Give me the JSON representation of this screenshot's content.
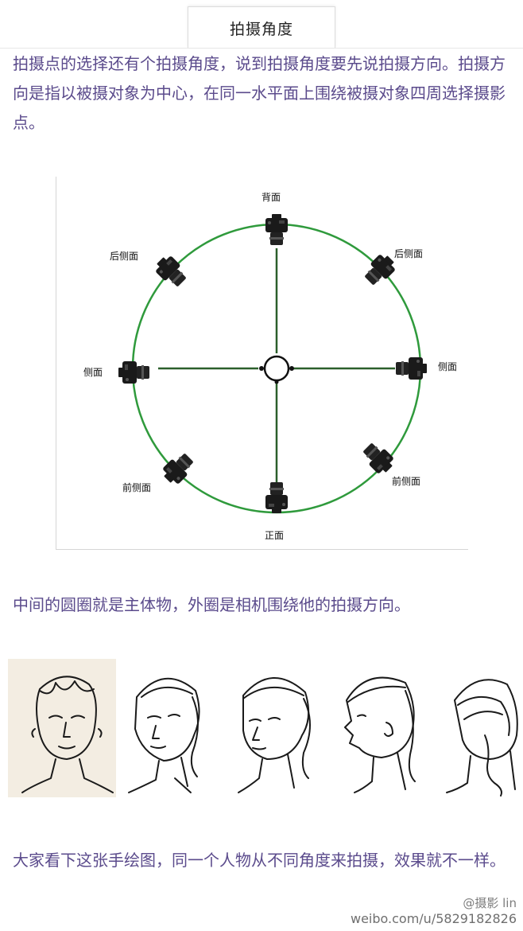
{
  "title": "拍摄角度",
  "paragraphs": {
    "intro": "拍摄点的选择还有个拍摄角度，说到拍摄角度要先说拍摄方向。拍摄方向是指以被摄对象为中心，在同一水平面上围绕被摄对象四周选择摄影点。",
    "middle": "中间的圆圈就是主体物，外圈是相机围绕他的拍摄方向。",
    "outro": "大家看下这张手绘图，同一个人物从不同角度来拍摄，效果就不一样。"
  },
  "diagram": {
    "labels": {
      "back": "背面",
      "back_left": "后侧面",
      "back_right": "后侧面",
      "left": "侧面",
      "right": "侧面",
      "front_left": "前侧面",
      "front_right": "前侧面",
      "front": "正面"
    },
    "colors": {
      "circle": "#2f9a3c",
      "axes": "#2b5f2b"
    }
  },
  "watermark": {
    "logo_text": "@摄影 lin",
    "url": "weibo.com/u/5829182826"
  }
}
